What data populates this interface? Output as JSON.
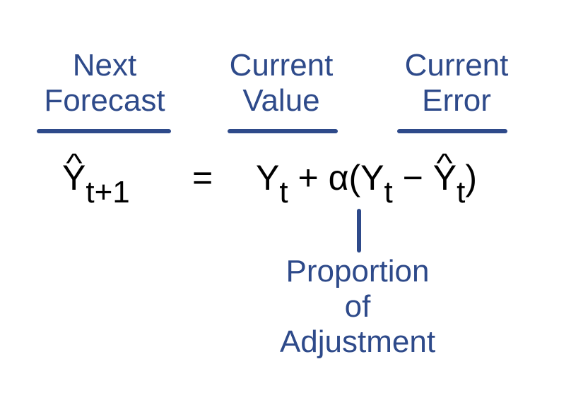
{
  "labels": {
    "next_forecast": {
      "line1": "Next",
      "line2": "Forecast"
    },
    "current_value": {
      "line1": "Current",
      "line2": "Value"
    },
    "current_error": {
      "line1": "Current",
      "line2": "Error"
    },
    "proportion": {
      "line1": "Proportion",
      "line2": "of",
      "line3": "Adjustment"
    }
  },
  "equation": {
    "lhs_var": "Y",
    "lhs_sub": "t+1",
    "equals": "=",
    "term1_var": "Y",
    "term1_sub": "t",
    "plus_alpha": "+ α(",
    "term2_var": "Y",
    "term2_sub": "t",
    "minus": "−",
    "term3_var": "Y",
    "term3_sub": "t",
    "close": ")"
  },
  "colors": {
    "label": "#2e4a8a",
    "equation": "#000000"
  }
}
